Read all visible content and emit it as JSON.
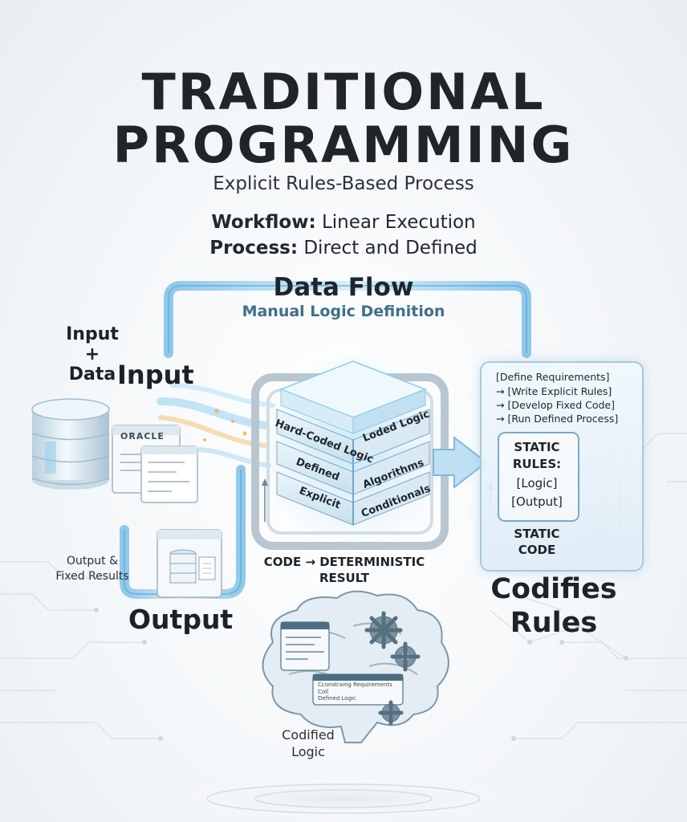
{
  "header": {
    "title_line1": "TRADITIONAL",
    "title_line2": "PROGRAMMING",
    "subtitle": "Explicit Rules-Based Process",
    "workflow_label": "Workflow:",
    "workflow_value": " Linear Execution",
    "process_label": "Process:",
    "process_value": " Direct and Defined"
  },
  "flow": {
    "title": "Data Flow",
    "subtitle": "Manual Logic Definition"
  },
  "input": {
    "small_line1": "Input",
    "small_plus": "+",
    "small_line2": "Data",
    "big_label": "Input",
    "db_brand": "ORACLE"
  },
  "output": {
    "small_line1": "Output &",
    "small_line2": "Fixed Results",
    "big_label": "Output"
  },
  "cube": {
    "layer1_left": "Hard-Coded Logic",
    "layer1_right": "Loded Logic",
    "layer2_left": "Defined",
    "layer2_right": "Algorithms",
    "layer3_left": "Explicit",
    "layer3_right": "Conditionals",
    "caption_line1": "CODE → DETERMINISTIC",
    "caption_line2": "RESULT"
  },
  "rules": {
    "steps": [
      "[Define Requirements]",
      "→ [Write Explicit Rules]",
      "→ [Develop Fixed Code]",
      "→ [Run Defined Process]"
    ],
    "static_line1": "STATIC",
    "static_line2": "RULES:",
    "static_line3": "[Logic]",
    "static_line4": "[Output]",
    "static_code_line1": "STATIC",
    "static_code_line2": "CODE",
    "codifies_line1": "Codifies",
    "codifies_line2": "Rules"
  },
  "brain": {
    "caption_line1": "Codified",
    "caption_line2": "Logic",
    "card_text": "Cconstraing Requirements",
    "card_sub1": "Coll",
    "card_sub2": "Defined Logic"
  },
  "colors": {
    "accent_blue": "#5aa9d6",
    "glow_blue": "#9fd4f2",
    "title_dark": "#20252b",
    "flow_subtitle": "#3f6f8a",
    "highlight_orange": "#f2a84a"
  }
}
